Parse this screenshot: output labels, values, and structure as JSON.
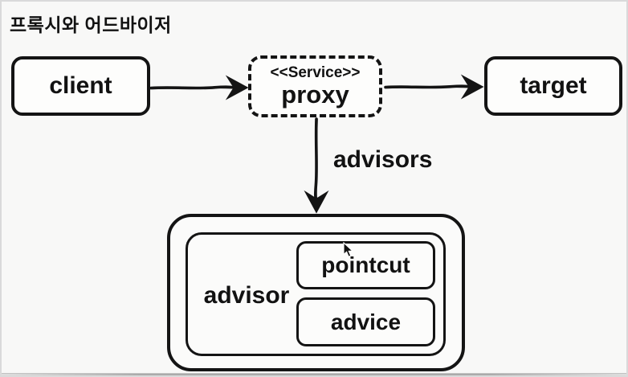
{
  "page": {
    "title": "프록시와 어드바이저"
  },
  "nodes": {
    "client": {
      "label": "client"
    },
    "proxy": {
      "stereotype": "<<Service>>",
      "label": "proxy"
    },
    "target": {
      "label": "target"
    },
    "advisor_group": {
      "label": "advisor"
    },
    "pointcut": {
      "label": "pointcut"
    },
    "advice": {
      "label": "advice"
    }
  },
  "edges": {
    "client_to_proxy": {
      "from": "client",
      "to": "proxy",
      "label": ""
    },
    "proxy_to_target": {
      "from": "proxy",
      "to": "target",
      "label": ""
    },
    "proxy_to_advisors": {
      "from": "proxy",
      "to": "advisor_group",
      "label": "advisors"
    }
  },
  "colors": {
    "ink": "#141414",
    "background": "#f8f8f7",
    "node_fill": "#fdfdfc",
    "frame_border": "#dadada",
    "bottom_bar": "#ababab"
  }
}
